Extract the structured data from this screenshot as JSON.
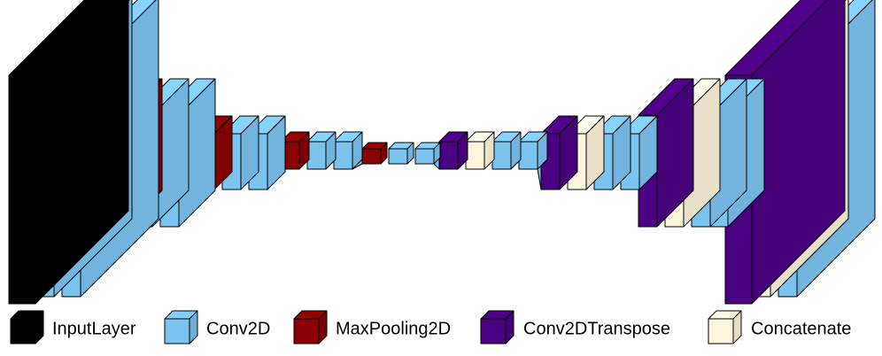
{
  "colors": {
    "InputLayer": "#000000",
    "Conv2D": "#7cc4f0",
    "MaxPooling2D": "#8b0000",
    "Conv2DTranspose": "#4b0082",
    "Concatenate": "#fdf5dc",
    "outline": "#000000"
  },
  "legend": {
    "items": [
      {
        "key": "InputLayer",
        "label": "InputLayer"
      },
      {
        "key": "Conv2D",
        "label": "Conv2D"
      },
      {
        "key": "MaxPooling2D",
        "label": "MaxPooling2D"
      },
      {
        "key": "Conv2DTranspose",
        "label": "Conv2DTranspose"
      },
      {
        "key": "Concatenate",
        "label": "Concatenate"
      }
    ]
  },
  "layers": [
    {
      "type": "InputLayer"
    },
    {
      "type": "Conv2D"
    },
    {
      "type": "Conv2D"
    },
    {
      "type": "MaxPooling2D"
    },
    {
      "type": "Conv2D"
    },
    {
      "type": "Conv2D"
    },
    {
      "type": "MaxPooling2D"
    },
    {
      "type": "Conv2D"
    },
    {
      "type": "Conv2D"
    },
    {
      "type": "MaxPooling2D"
    },
    {
      "type": "Conv2D"
    },
    {
      "type": "Conv2D"
    },
    {
      "type": "MaxPooling2D"
    },
    {
      "type": "Conv2D"
    },
    {
      "type": "Conv2D"
    },
    {
      "type": "Conv2DTranspose"
    },
    {
      "type": "Concatenate"
    },
    {
      "type": "Conv2D"
    },
    {
      "type": "Conv2D"
    },
    {
      "type": "Conv2DTranspose"
    },
    {
      "type": "Concatenate"
    },
    {
      "type": "Conv2D"
    },
    {
      "type": "Conv2D"
    },
    {
      "type": "Conv2DTranspose"
    },
    {
      "type": "Concatenate"
    },
    {
      "type": "Conv2D"
    },
    {
      "type": "Conv2D"
    },
    {
      "type": "Conv2DTranspose"
    },
    {
      "type": "Concatenate"
    },
    {
      "type": "Conv2D"
    },
    {
      "type": "Conv2D"
    }
  ]
}
